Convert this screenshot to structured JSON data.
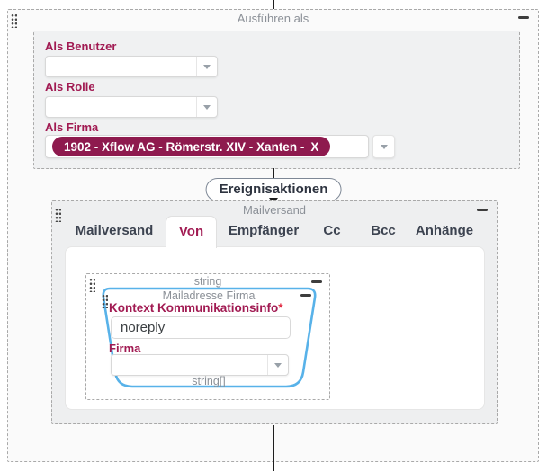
{
  "icons": {
    "collapse": "minus-bar",
    "drag_handle": "dot-grid",
    "dropdown": "triangle-down",
    "connector_arrow": "arrow-down"
  },
  "colors": {
    "accent_maroon": "#a11a52",
    "chip_background": "#8e1a4e",
    "node_border_blue": "#58b2e9",
    "group_label_gray": "#8b9097",
    "dashed_border": "#a9a9a9"
  },
  "execute_as": {
    "title": "Ausführen als",
    "fields": {
      "benutzer": {
        "label": "Als Benutzer",
        "value": ""
      },
      "rolle": {
        "label": "Als Rolle",
        "value": ""
      },
      "firma": {
        "label": "Als Firma",
        "chip": "1902 - Xflow AG - Römerstr. XIV - Xanten -",
        "chip_remove": "X",
        "value": "1902 - Xflow AG - Römerstr. XIV - Xanten"
      }
    }
  },
  "event_actions": {
    "label": "Ereignisaktionen"
  },
  "mailversand": {
    "title": "Mailversand",
    "tabs": [
      {
        "label": "Mailversand",
        "active": false
      },
      {
        "label": "Von",
        "active": true
      },
      {
        "label": "Empfänger",
        "active": false
      },
      {
        "label": "Cc",
        "active": false
      },
      {
        "label": "Bcc",
        "active": false
      },
      {
        "label": "Anhänge",
        "active": false
      }
    ],
    "von_tab": {
      "string_group": {
        "title": "string"
      },
      "mailadresse_firma": {
        "title": "Mailadresse Firma",
        "kontext": {
          "label": "Kontext Kommunikationsinfo",
          "required_marker": "*",
          "value": "noreply"
        },
        "firma": {
          "label": "Firma",
          "value": ""
        },
        "type_label": "string[]"
      }
    }
  }
}
